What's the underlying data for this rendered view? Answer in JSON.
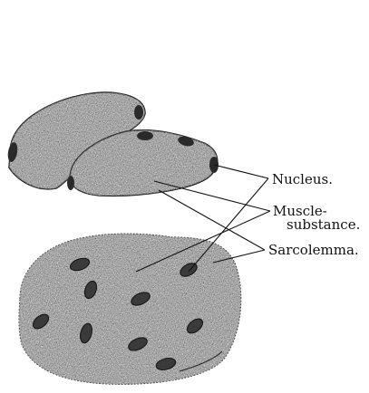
{
  "labels": {
    "nucleus": "Nucleus.",
    "muscle_line1": "Muscle-",
    "muscle_line2": "substance.",
    "sarcolemma": "Sarcolemma."
  },
  "colors": {
    "ink": "#1a1a1a",
    "fill": "#8a8a8a"
  }
}
